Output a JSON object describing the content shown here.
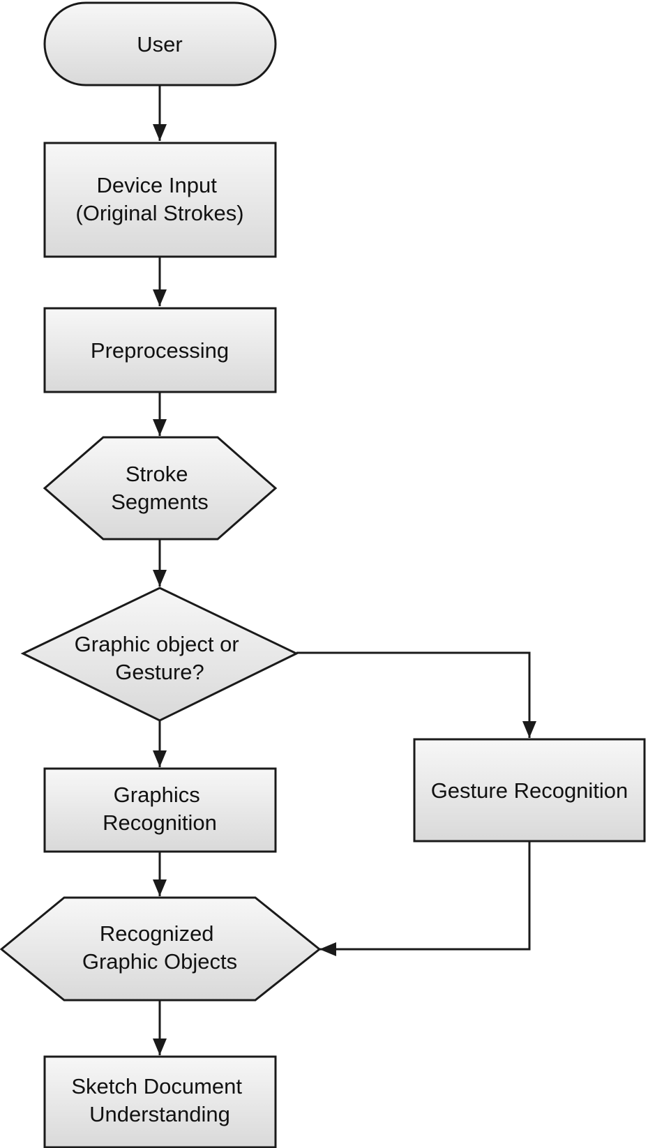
{
  "colors": {
    "node_fill_top": "#f7f7f7",
    "node_fill_bottom": "#d9d9d9",
    "stroke": "#1a1a1a",
    "text": "#111111"
  },
  "nodes": {
    "user": {
      "shape": "terminal",
      "lines": [
        "User"
      ]
    },
    "device_input": {
      "shape": "process",
      "lines": [
        "Device Input",
        "(Original Strokes)"
      ]
    },
    "preprocessing": {
      "shape": "process",
      "lines": [
        "Preprocessing"
      ]
    },
    "stroke_segments": {
      "shape": "preparation",
      "lines": [
        "Stroke",
        "Segments"
      ]
    },
    "decision": {
      "shape": "decision",
      "lines": [
        "Graphic object or",
        "Gesture?"
      ]
    },
    "graphics_recognition": {
      "shape": "process",
      "lines": [
        "Graphics",
        "Recognition"
      ]
    },
    "gesture_recognition": {
      "shape": "process",
      "lines": [
        "Gesture Recognition"
      ]
    },
    "recognized_objects": {
      "shape": "preparation",
      "lines": [
        "Recognized",
        "Graphic Objects"
      ]
    },
    "sketch_understanding": {
      "shape": "process",
      "lines": [
        "Sketch Document",
        "Understanding"
      ]
    }
  },
  "edges": [
    {
      "from": "user",
      "to": "device_input"
    },
    {
      "from": "device_input",
      "to": "preprocessing"
    },
    {
      "from": "preprocessing",
      "to": "stroke_segments"
    },
    {
      "from": "stroke_segments",
      "to": "decision"
    },
    {
      "from": "decision",
      "to": "graphics_recognition"
    },
    {
      "from": "decision",
      "to": "gesture_recognition"
    },
    {
      "from": "graphics_recognition",
      "to": "recognized_objects"
    },
    {
      "from": "gesture_recognition",
      "to": "recognized_objects"
    },
    {
      "from": "recognized_objects",
      "to": "sketch_understanding"
    }
  ]
}
